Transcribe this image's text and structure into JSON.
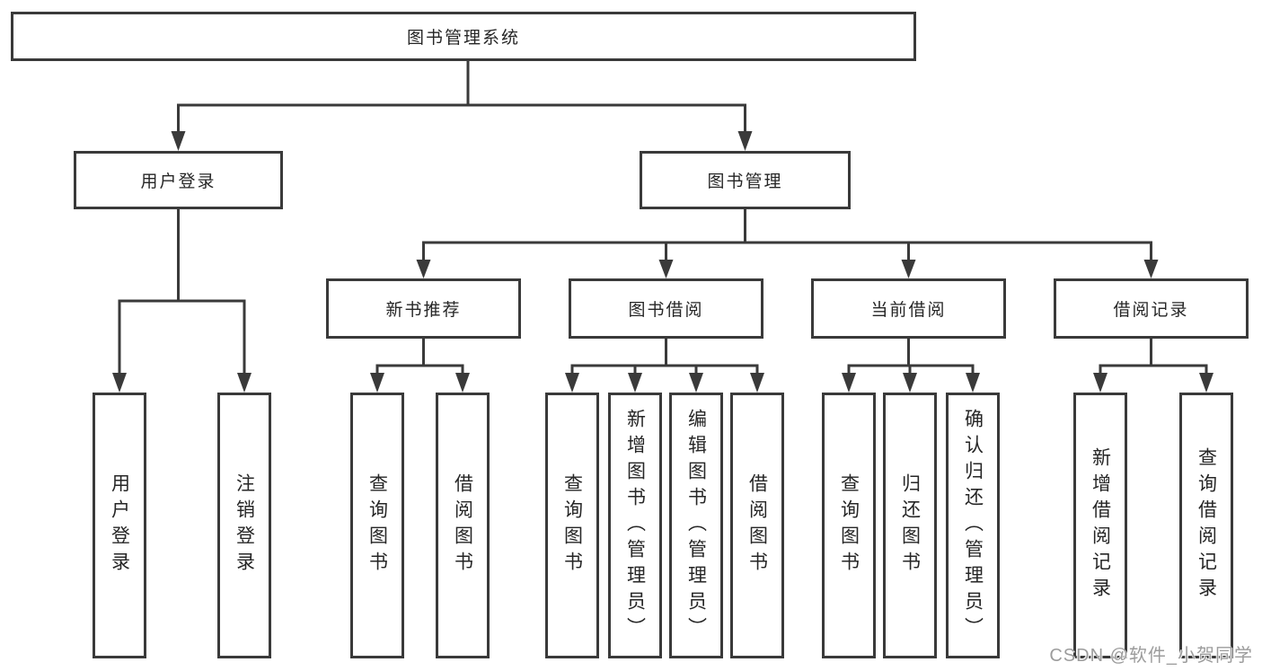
{
  "diagram": {
    "root": {
      "label": "图书管理系统"
    },
    "level2": [
      {
        "label": "用户登录"
      },
      {
        "label": "图书管理"
      }
    ],
    "level3": [
      {
        "label": "新书推荐"
      },
      {
        "label": "图书借阅"
      },
      {
        "label": "当前借阅"
      },
      {
        "label": "借阅记录"
      }
    ],
    "leaves": [
      {
        "label": "用户登录",
        "parent": "用户登录"
      },
      {
        "label": "注销登录",
        "parent": "用户登录"
      },
      {
        "label": "查询图书",
        "parent": "新书推荐"
      },
      {
        "label": "借阅图书",
        "parent": "新书推荐"
      },
      {
        "label": "查询图书",
        "parent": "图书借阅"
      },
      {
        "label": "新增图书（管理员）",
        "parent": "图书借阅"
      },
      {
        "label": "编辑图书（管理员）",
        "parent": "图书借阅"
      },
      {
        "label": "借阅图书",
        "parent": "图书借阅"
      },
      {
        "label": "查询图书",
        "parent": "当前借阅"
      },
      {
        "label": "归还图书",
        "parent": "当前借阅"
      },
      {
        "label": "确认归还（管理员）",
        "parent": "当前借阅"
      },
      {
        "label": "新增借阅记录",
        "parent": "借阅记录"
      },
      {
        "label": "查询借阅记录",
        "parent": "借阅记录"
      }
    ]
  },
  "watermark": {
    "text": "CSDN @软件_小贺同学"
  },
  "colors": {
    "line": "#3a3a3a",
    "text": "#262626",
    "watermark": "#9c9c9c",
    "background": "#ffffff"
  }
}
